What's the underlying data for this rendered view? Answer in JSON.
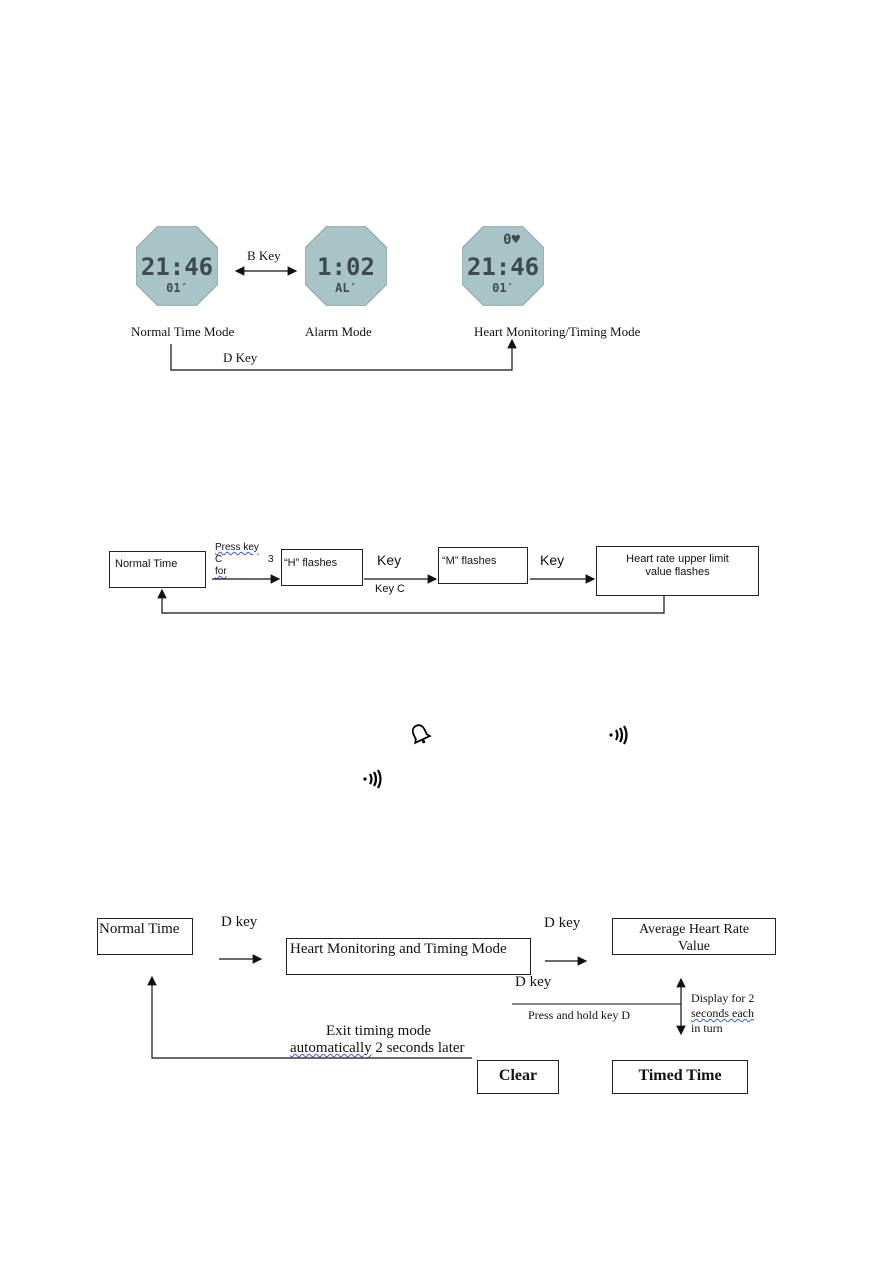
{
  "section1": {
    "modes": [
      {
        "label": "Normal Time Mode",
        "lcd_main": "21:46",
        "lcd_sub": "01′"
      },
      {
        "label": "Alarm Mode",
        "lcd_main": "1:02",
        "lcd_sub": "AL′"
      },
      {
        "label": "Heart Monitoring/Timing Mode",
        "lcd_top": "0♥",
        "lcd_main": "21:46",
        "lcd_sub": "01′"
      }
    ],
    "b_key": "B Key",
    "d_key": "D Key"
  },
  "section2": {
    "normal_time": "Normal Time",
    "press_key_line1": "Press  key",
    "press_key_c": "C",
    "press_key_3": "3",
    "press_key_for": "for",
    "h_flashes": "“H” flashes",
    "key_1": "Key",
    "key_c": "Key C",
    "m_flashes": "“M” flashes",
    "key_2": "Key",
    "heart_limit_line1": "Heart rate upper limit",
    "heart_limit_line2": "value flashes"
  },
  "icons": [
    "bell-icon",
    "vibration-icon",
    "vibration-icon"
  ],
  "section3": {
    "normal_time": "Normal Time",
    "d_key_1": "D key",
    "heart_mode": "Heart Monitoring and Timing Mode",
    "d_key_2": "D key",
    "avg_line1": "Average Heart Rate",
    "avg_line2": "Value",
    "d_key_3": "D key",
    "press_hold": "Press and hold key D",
    "display_line1": "Display for 2",
    "display_line2": "seconds each",
    "display_line3": "in turn",
    "exit_line1": "Exit timing mode",
    "exit_line2a": "automatically",
    "exit_line2b": " 2 seconds later",
    "clear": "Clear",
    "timed_time": "Timed Time"
  }
}
